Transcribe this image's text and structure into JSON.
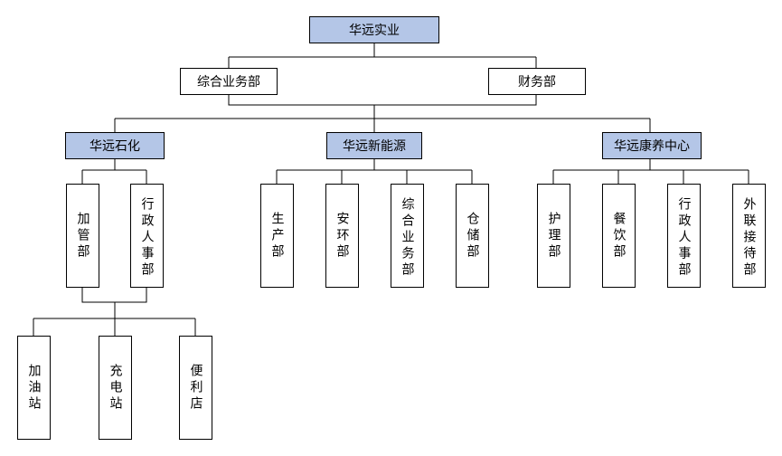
{
  "org": {
    "root": "华远实业",
    "level1": {
      "integrated": "综合业务部",
      "finance": "财务部"
    },
    "subsidiaries": {
      "petro": {
        "name": "华远石化",
        "depts": {
          "management": "加管部",
          "hr": "行政人事部"
        },
        "units": {
          "gas": "加油站",
          "charging": "充电站",
          "store": "便利店"
        }
      },
      "energy": {
        "name": "华远新能源",
        "depts": {
          "production": "生产部",
          "safety": "安环部",
          "integrated": "综合业务部",
          "warehouse": "仓储部"
        }
      },
      "health": {
        "name": "华远康养中心",
        "depts": {
          "nursing": "护理部",
          "catering": "餐饮部",
          "hr": "行政人事部",
          "reception": "外联接待部"
        }
      }
    }
  },
  "colors": {
    "highlight_fill": "#b4c6e7",
    "box_fill": "#ffffff",
    "stroke": "#000000"
  }
}
